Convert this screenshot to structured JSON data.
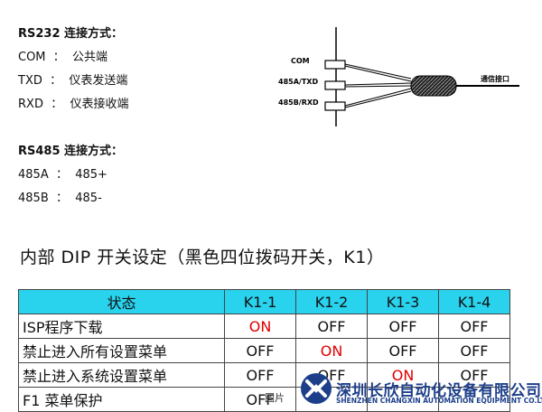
{
  "rs232": {
    "title": "RS232 连接方式：",
    "rows": [
      "COM  ：  公共端",
      "TXD  ：  仪表发送端",
      "RXD  ：  仪表接收端"
    ]
  },
  "rs485": {
    "title": "RS485 连接方式：",
    "rows": [
      "485A  ：  485+",
      "485B  ：  485-"
    ]
  },
  "diagram": {
    "terminals": [
      "COM",
      "485A/TXD",
      "485B/RXD"
    ],
    "port_label": "通信接口"
  },
  "dip": {
    "heading": "内部 DIP 开关设定（黑色四位拨码开关，K1）",
    "headers": [
      "状态",
      "K1-1",
      "K1-2",
      "K1-3",
      "K1-4"
    ],
    "rows": [
      {
        "name": "ISP程序下载",
        "values": [
          "ON",
          "OFF",
          "OFF",
          "OFF"
        ]
      },
      {
        "name": "禁止进入所有设置菜单",
        "values": [
          "OFF",
          "ON",
          "OFF",
          "OFF"
        ]
      },
      {
        "name": "禁止进入系统设置菜单",
        "values": [
          "OFF",
          "OFF",
          "ON",
          "OFF"
        ]
      },
      {
        "name": "F1 菜单保护",
        "values": [
          "OFF",
          "",
          "",
          ""
        ]
      }
    ],
    "on_color": "#e00000",
    "header_color": "#29d3ee"
  },
  "watermark": {
    "company_cn": "深圳长欣自动化设备有限公司",
    "company_en": "SHENZHEN CHANGXIN AUTOMATION EQUIPMENT CO.LTD",
    "pic_label": "图片",
    "logo_icon": "changxin-logo-icon"
  }
}
